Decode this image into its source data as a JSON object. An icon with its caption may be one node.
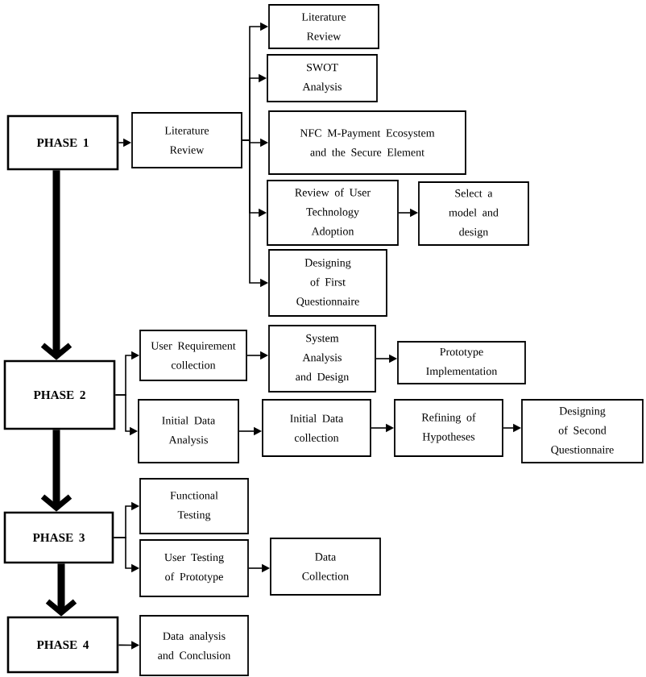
{
  "diagram": {
    "nodes": [
      {
        "text": [
          "PHASE 1"
        ]
      },
      {
        "text": [
          "Literature Review"
        ]
      },
      {
        "text": [
          "Literature Review"
        ]
      },
      {
        "text": [
          "SWOT Analysis"
        ]
      },
      {
        "text": [
          "NFC M-Payment Ecosystem and the Secure Element"
        ]
      },
      {
        "text": [
          "Review of User Technology Adoption"
        ]
      },
      {
        "text": [
          "Select a model and design"
        ]
      },
      {
        "text": [
          "Designing of First Questionnaire"
        ]
      },
      {
        "text": [
          "PHASE 2"
        ]
      },
      {
        "text": [
          "User Requirement collection"
        ]
      },
      {
        "text": [
          "System Analysis and Design"
        ]
      },
      {
        "text": [
          "Prototype Implementation"
        ]
      },
      {
        "text": [
          "Initial Data Analysis"
        ]
      },
      {
        "text": [
          "Initial Data collection"
        ]
      },
      {
        "text": [
          "Refining of Hypotheses"
        ]
      },
      {
        "text": [
          "Designing of Second Questionnaire"
        ]
      },
      {
        "text": [
          "PHASE 3"
        ]
      },
      {
        "text": [
          "Functional Testing"
        ]
      },
      {
        "text": [
          "User Testing of Prototype"
        ]
      },
      {
        "text": [
          "Data Collection"
        ]
      },
      {
        "text": [
          "PHASE 4"
        ]
      },
      {
        "text": [
          "Data analysis and Conclusion"
        ]
      }
    ],
    "edges": [
      {
        "from": 0,
        "to": 1,
        "arrow": "to"
      },
      {
        "from": 1,
        "to": 2,
        "arrow": "to"
      },
      {
        "from": 1,
        "to": 3,
        "arrow": "to"
      },
      {
        "from": 1,
        "to": 4,
        "arrow": "to"
      },
      {
        "from": 1,
        "to": 5,
        "arrow": "to"
      },
      {
        "from": 1,
        "to": 7,
        "arrow": "to"
      },
      {
        "from": 5,
        "to": 6,
        "arrow": "to"
      },
      {
        "from": 0,
        "to": 8,
        "arrow": "to",
        "style": "thick"
      },
      {
        "from": 8,
        "to": 9,
        "arrow": "to"
      },
      {
        "from": 8,
        "to": 12,
        "arrow": "to"
      },
      {
        "from": 9,
        "to": 10,
        "arrow": "to"
      },
      {
        "from": 10,
        "to": 11,
        "arrow": "to"
      },
      {
        "from": 12,
        "to": 13,
        "arrow": "to"
      },
      {
        "from": 13,
        "to": 14,
        "arrow": "to"
      },
      {
        "from": 14,
        "to": 15,
        "arrow": "to"
      },
      {
        "from": 8,
        "to": 16,
        "arrow": "to",
        "style": "thick"
      },
      {
        "from": 16,
        "to": 17,
        "arrow": "to"
      },
      {
        "from": 16,
        "to": 18,
        "arrow": "to"
      },
      {
        "from": 18,
        "to": 19,
        "arrow": "to"
      },
      {
        "from": 16,
        "to": 20,
        "arrow": "to",
        "style": "thick"
      },
      {
        "from": 20,
        "to": 21,
        "arrow": "to"
      }
    ]
  }
}
